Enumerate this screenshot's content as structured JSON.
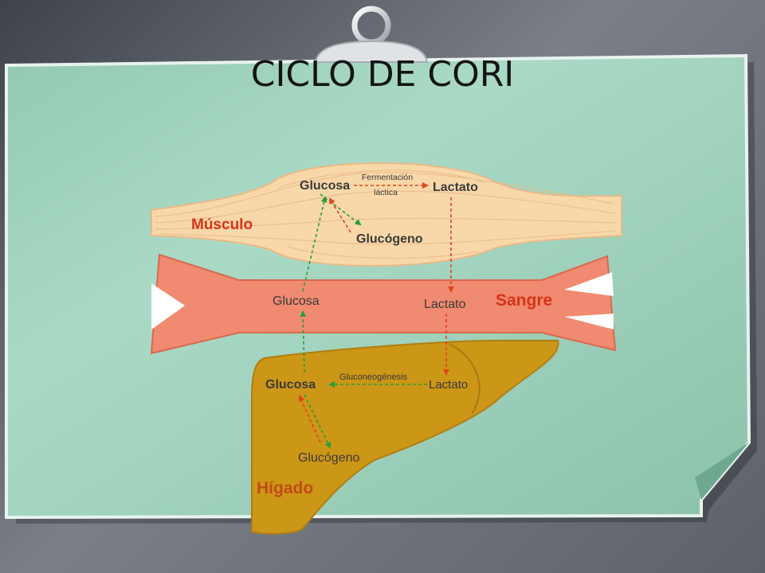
{
  "slide": {
    "title": "CICLO DE CORI"
  },
  "diagram": {
    "muscle": {
      "label": "Músculo",
      "glucose": "Glucosa",
      "lactate": "Lactato",
      "glycogen": "Glucógeno",
      "fermentation_line1": "Fermentación",
      "fermentation_line2": "láctica"
    },
    "blood": {
      "label": "Sangre",
      "glucose": "Glucosa",
      "lactate": "Lactato"
    },
    "liver": {
      "label": "Hígado",
      "glucose": "Glucosa",
      "lactate": "Lactato",
      "glycogen": "Glucógeno",
      "gluconeogenesis": "Gluconeogénesis"
    },
    "colors": {
      "paper": "#a9d8c4",
      "muscle": "#f8d8a9",
      "blood": "#f08a70",
      "liver": "#cc9617",
      "green_arrow": "#27a03c",
      "red_arrow": "#e2431e",
      "red_label": "#d8341a",
      "liver_label": "#c14a18"
    }
  }
}
